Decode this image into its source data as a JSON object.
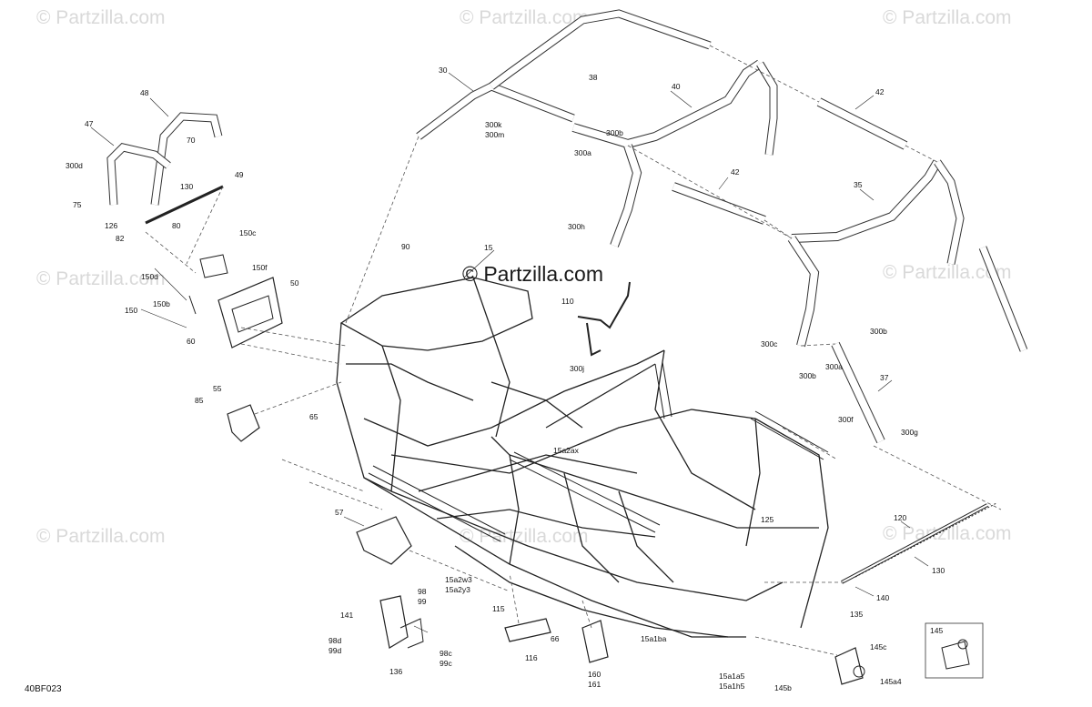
{
  "watermark": "© Partzilla.com",
  "brand_watermark": "© Partzilla.com",
  "diagram_code": "40BF023",
  "inset_label": "145",
  "part_labels": {
    "p30": "30",
    "p38": "38",
    "p40": "40",
    "p42a": "42",
    "p42b": "42",
    "p35": "35",
    "p300k": "300k",
    "p300m": "300m",
    "p300b1": "300b",
    "p300a1": "300a",
    "p300h": "300h",
    "p48": "48",
    "p47": "47",
    "p70": "70",
    "p49": "49",
    "p130a": "130",
    "p300d": "300d",
    "p75": "75",
    "p126": "126",
    "p80": "80",
    "p82": "82",
    "p150c": "150c",
    "p150f": "150f",
    "p150d": "150d",
    "p150b": "150b",
    "p150": "150",
    "p50": "50",
    "p60": "60",
    "p55": "55",
    "p85": "85",
    "p65": "65",
    "p90": "90",
    "p15": "15",
    "p110": "110",
    "p300j": "300j",
    "p300b2": "300b",
    "p300c": "300c",
    "p300b3": "300b",
    "p300a2": "300a",
    "p37": "37",
    "p300f": "300f",
    "p300g": "300g",
    "p15a2ax": "15a2ax",
    "p57": "57",
    "p125": "125",
    "p120": "120",
    "p130b": "130",
    "p140": "140",
    "p135": "135",
    "p15a2w3": "15a2w3",
    "p15a2y3": "15a2y3",
    "p98": "98",
    "p99": "99",
    "p141": "141",
    "p98d": "98d",
    "p99d": "99d",
    "p98c": "98c",
    "p99c": "99c",
    "p136": "136",
    "p115": "115",
    "p116": "116",
    "p66": "66",
    "p160": "160",
    "p161": "161",
    "p15a1ba": "15a1ba",
    "p15a1a5": "15a1a5",
    "p15a1h5": "15a1h5",
    "p145b": "145b",
    "p145c": "145c",
    "p145a4": "145a4"
  }
}
